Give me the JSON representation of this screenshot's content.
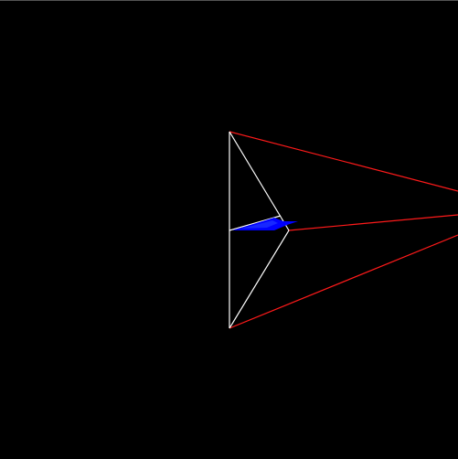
{
  "scene": {
    "background": "#000000",
    "colors": {
      "frame_edges": "#ffffff",
      "projection_rays": "#ff1a1a",
      "center_shard": "#0000ff"
    },
    "objects": [
      "white-wireframe-triangle",
      "red-projection-rays",
      "blue-center-shard"
    ]
  }
}
